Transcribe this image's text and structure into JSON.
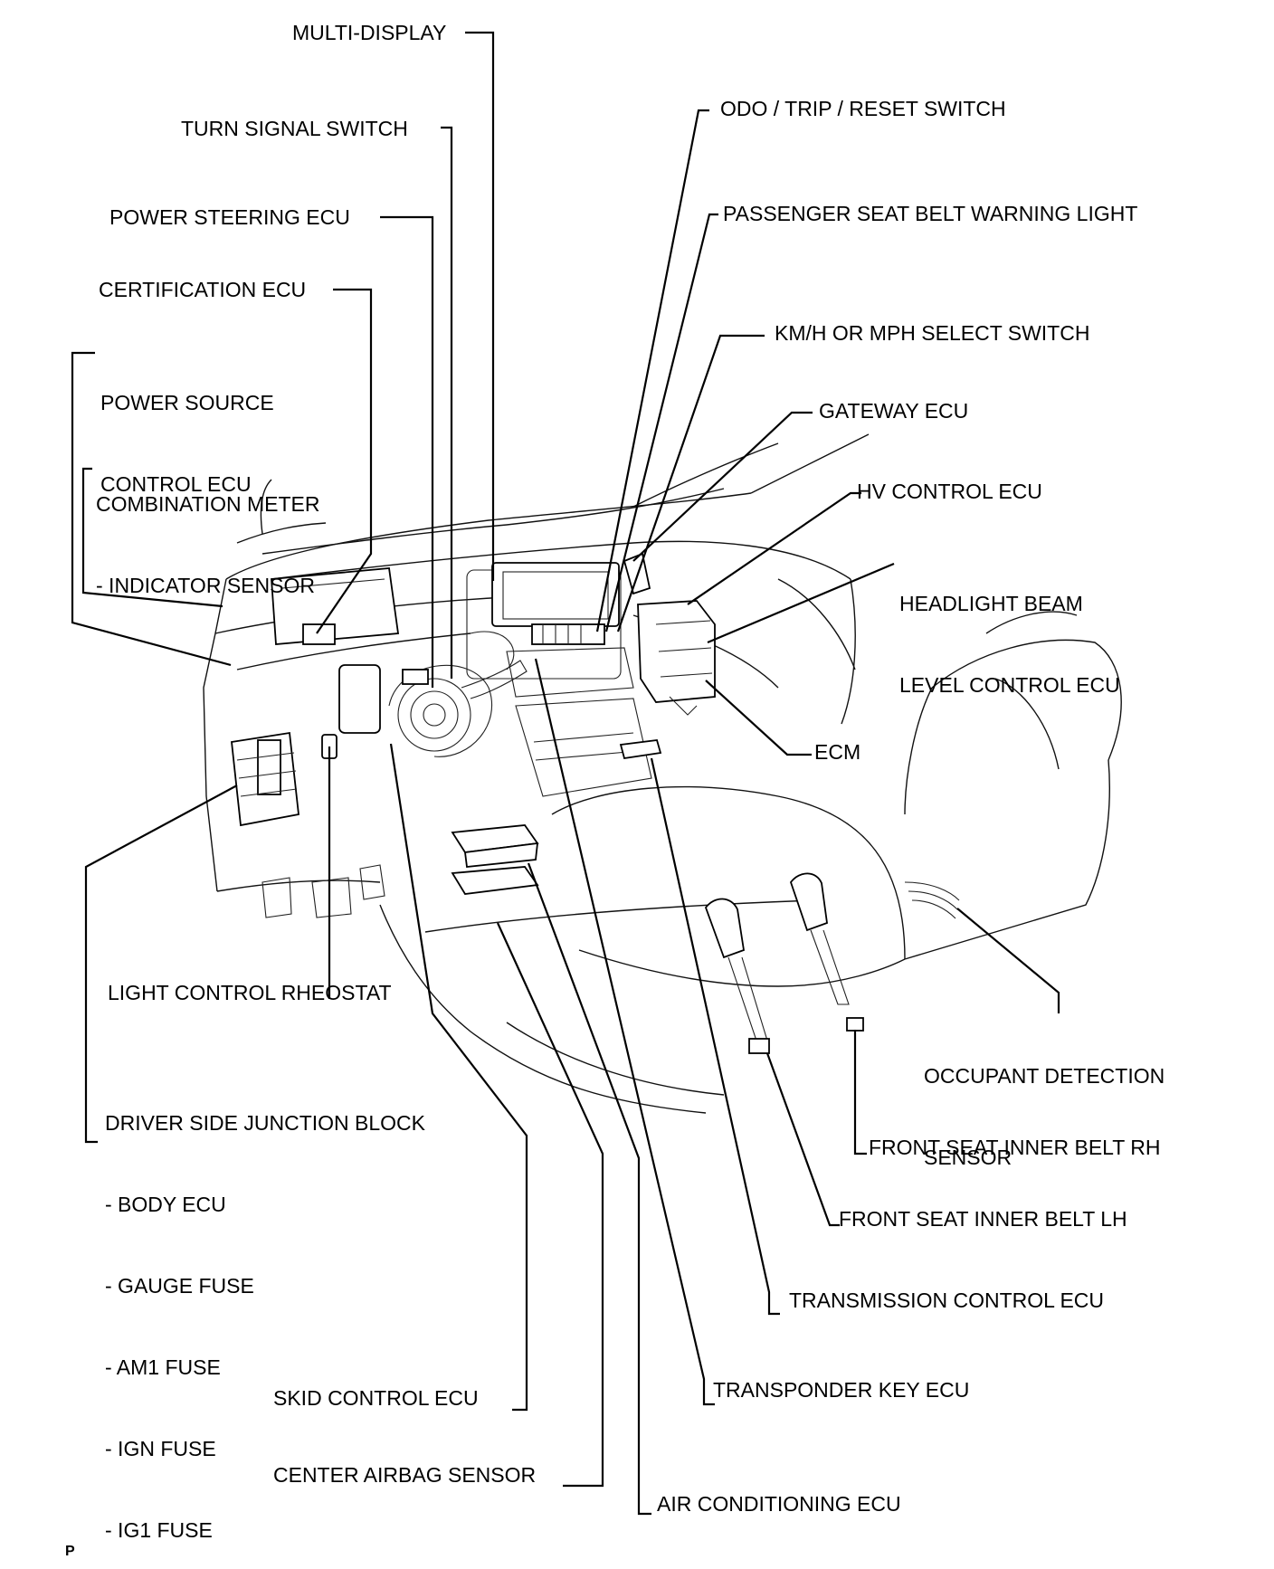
{
  "labels": {
    "multi_display": "MULTI-DISPLAY",
    "turn_signal_switch": "TURN SIGNAL SWITCH",
    "power_steering_ecu": "POWER STEERING ECU",
    "certification_ecu": "CERTIFICATION ECU",
    "power_source_control_ecu": [
      "POWER SOURCE",
      "CONTROL ECU"
    ],
    "combination_meter": [
      "COMBINATION METER",
      "- INDICATOR SENSOR"
    ],
    "odo_trip_reset_switch": "ODO / TRIP / RESET SWITCH",
    "passenger_seat_belt_warning_light": "PASSENGER SEAT BELT WARNING LIGHT",
    "kmh_mph_select_switch": "KM/H OR MPH SELECT SWITCH",
    "gateway_ecu": "GATEWAY ECU",
    "hv_control_ecu": "HV CONTROL ECU",
    "headlight_beam_level_control_ecu": [
      "HEADLIGHT BEAM",
      "LEVEL CONTROL ECU"
    ],
    "ecm": "ECM",
    "light_control_rheostat": "LIGHT CONTROL RHEOSTAT",
    "driver_side_junction_block": [
      "DRIVER SIDE JUNCTION BLOCK",
      "- BODY ECU",
      "- GAUGE FUSE",
      "- AM1 FUSE",
      "- IGN FUSE",
      "- IG1 FUSE"
    ],
    "occupant_detection_sensor": [
      "OCCUPANT DETECTION",
      "SENSOR"
    ],
    "front_seat_inner_belt_rh": "FRONT SEAT INNER BELT RH",
    "front_seat_inner_belt_lh": "FRONT SEAT INNER BELT LH",
    "transmission_control_ecu": "TRANSMISSION CONTROL ECU",
    "transponder_key_ecu": "TRANSPONDER KEY ECU",
    "skid_control_ecu": "SKID CONTROL ECU",
    "center_airbag_sensor": "CENTER AIRBAG SENSOR",
    "air_conditioning_ecu": "AIR CONDITIONING ECU"
  },
  "corner_mark": "P"
}
